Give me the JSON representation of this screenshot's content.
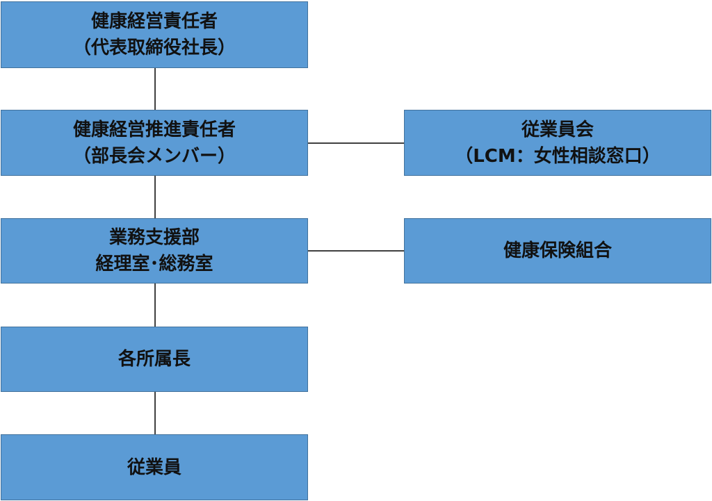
{
  "nodes": {
    "officer": {
      "line1": "健康経営責任者",
      "line2": "（代表取締役社長）"
    },
    "promotion": {
      "line1": "健康経営推進責任者",
      "line2": "（部長会メンバー）"
    },
    "support": {
      "line1": "業務支援部",
      "line2": "経理室･総務室"
    },
    "managers": {
      "line1": "各所属長"
    },
    "employees": {
      "line1": "従業員"
    },
    "association": {
      "line1": "従業員会",
      "line2": "（LCM：女性相談窓口）"
    },
    "insurance": {
      "line1": "健康保険組合"
    }
  },
  "colors": {
    "box_fill": "#5b9bd5",
    "box_border": "#41719c",
    "connector": "#404040",
    "text": "#111111"
  }
}
